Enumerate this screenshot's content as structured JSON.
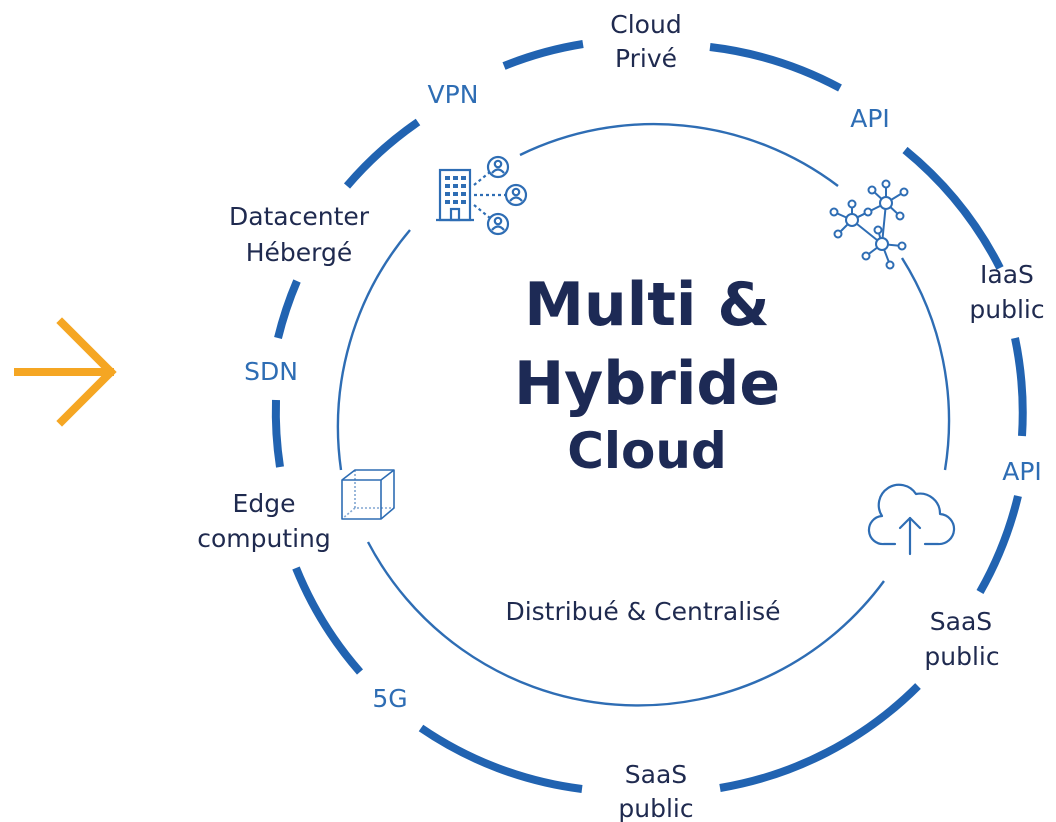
{
  "center": {
    "line1": "Multi &",
    "line2": "Hybride",
    "line3": "Cloud",
    "subtitle": "Distribué & Centralisé"
  },
  "nodes": {
    "cloud_prive": [
      "Cloud",
      "Privé"
    ],
    "iaas_public": [
      "IaaS",
      "public"
    ],
    "saas_public_right": [
      "SaaS",
      "public"
    ],
    "saas_public_bottom": [
      "SaaS",
      "public"
    ],
    "edge_computing": [
      "Edge",
      "computing"
    ],
    "datacenter": [
      "Datacenter",
      "Hébergé"
    ]
  },
  "protocols": {
    "vpn": "VPN",
    "api_top": "API",
    "api_right": "API",
    "sdn": "SDN",
    "fiveg": "5G"
  },
  "icons": [
    "arrow-right-icon",
    "building-users-icon",
    "network-nodes-icon",
    "cloud-upload-icon",
    "cube-icon"
  ],
  "colors": {
    "ring": "#2163b1",
    "inner_ring": "#2e6db4",
    "title": "#1d2a55",
    "accent_arrow": "#f5a623"
  }
}
